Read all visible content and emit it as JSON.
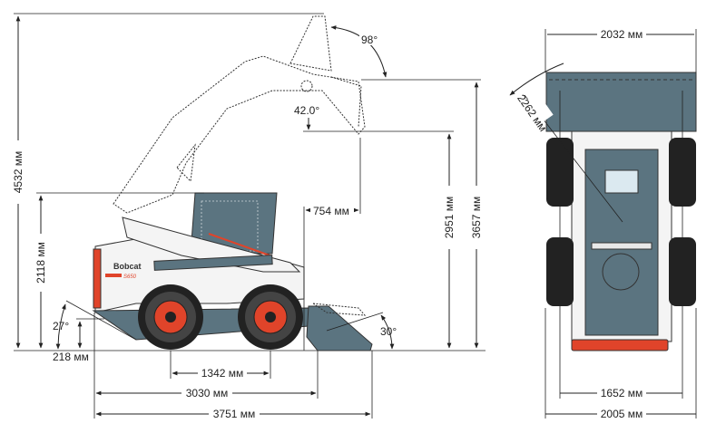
{
  "side_view": {
    "dimensions": {
      "max_height": "4532 мм",
      "cab_height": "2118 мм",
      "ground_clearance": "218 мм",
      "departure_angle": "27°",
      "bucket_hinge_height": "3657 мм",
      "dump_height": "2951 мм",
      "dump_reach": "754 мм",
      "rollback_angle": "98°",
      "dump_angle": "42.0°",
      "bucket_rollback_ground": "30°",
      "wheelbase": "1342 мм",
      "length_without_bucket": "3030 мм",
      "length_with_bucket": "3751 мм"
    },
    "branding": {
      "logo": "Bobcat",
      "model": "S650"
    }
  },
  "top_view": {
    "dimensions": {
      "bucket_width": "2032 мм",
      "turning_radius": "2262 мм",
      "track_width": "1652 мм",
      "overall_width": "2005 мм"
    }
  },
  "colors": {
    "body_gray": "#5b7480",
    "accent_red": "#e0442a",
    "body_white": "#f4f4f4"
  }
}
